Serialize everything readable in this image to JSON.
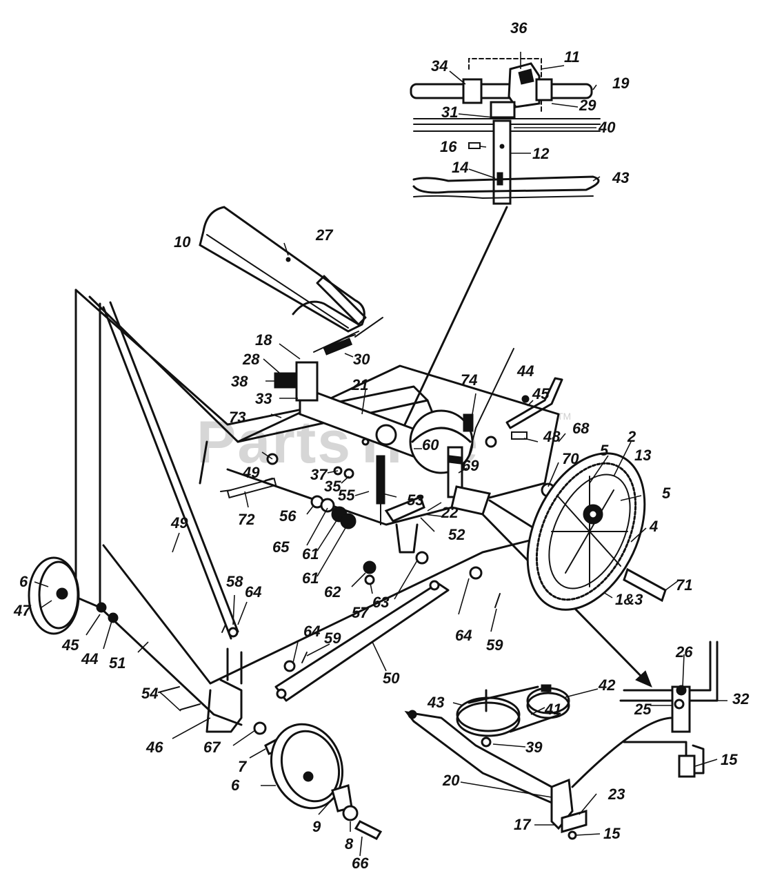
{
  "watermark": {
    "text": "PartsTree",
    "trademark": "TM"
  },
  "colors": {
    "ink": "#111111",
    "paper": "#ffffff",
    "watermark": "#d6d6d6"
  },
  "labels": {
    "36": "36",
    "11": "11",
    "34": "34",
    "19": "19",
    "29": "29",
    "31": "31",
    "40": "40",
    "16": "16",
    "12": "12",
    "14": "14",
    "43a": "43",
    "10": "10",
    "27": "27",
    "18": "18",
    "30": "30",
    "28": "28",
    "38": "38",
    "33": "33",
    "21": "21",
    "74": "74",
    "44a": "44",
    "45a": "45",
    "73": "73",
    "60": "60",
    "48": "48",
    "68": "68",
    "49a": "49",
    "69": "69",
    "37": "37",
    "35": "35",
    "55": "55",
    "53": "53",
    "70": "70",
    "5a": "5",
    "2": "2",
    "13": "13",
    "5b": "5",
    "4": "4",
    "72": "72",
    "56": "56",
    "65": "65",
    "61a": "61",
    "61b": "61",
    "22": "22",
    "52": "52",
    "6a": "6",
    "49b": "49",
    "62": "62",
    "57": "57",
    "63": "63",
    "71": "71",
    "1and3": "1&3",
    "58": "58",
    "64a": "64",
    "47": "47",
    "45b": "45",
    "44b": "44",
    "51": "51",
    "64b": "64",
    "59a": "59",
    "64c": "64",
    "59b": "59",
    "50": "50",
    "26": "26",
    "42": "42",
    "43b": "43",
    "32": "32",
    "25": "25",
    "41": "41",
    "54": "54",
    "46": "46",
    "67": "67",
    "7": "7",
    "39": "39",
    "15a": "15",
    "6b": "6",
    "20": "20",
    "23": "23",
    "17": "17",
    "15b": "15",
    "9": "9",
    "8": "8",
    "66": "66"
  }
}
